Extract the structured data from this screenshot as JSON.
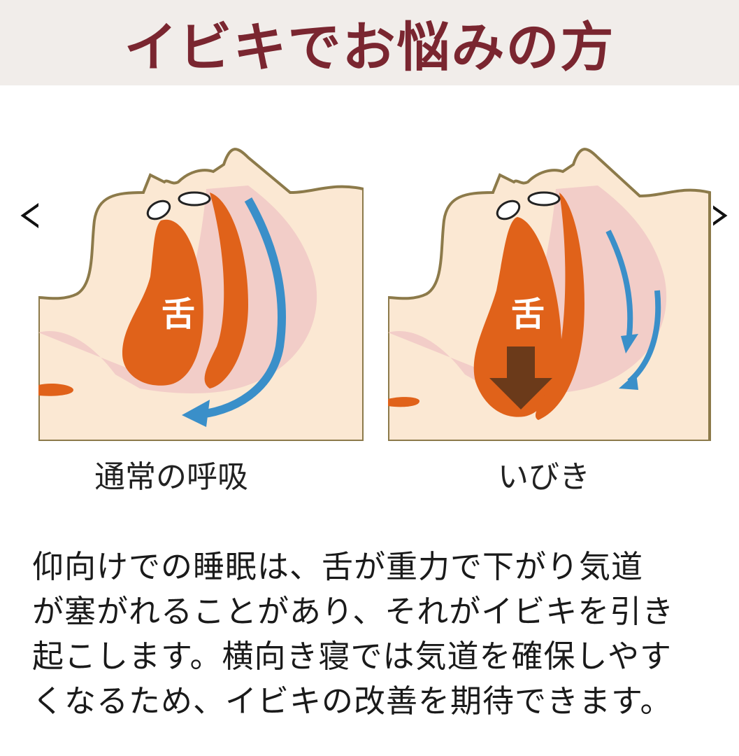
{
  "header": {
    "title": "イビキでお悩みの方",
    "title_color": "#7a2630",
    "background": "#f1edea"
  },
  "carousel": {
    "prev_icon": "chevron-left-icon",
    "next_icon": "chevron-right-icon"
  },
  "panels": [
    {
      "id": "normal",
      "tongue_label": "舌",
      "caption": "通常の呼吸",
      "airflow": "single-blue-arrow-clear-airway"
    },
    {
      "id": "snoring",
      "tongue_label": "舌",
      "caption": "いびき",
      "airflow": "two-small-blue-arrows-obstructed-airway",
      "tongue_arrow": "down-arrow-brown"
    }
  ],
  "colors": {
    "skin": "#fbe8d3",
    "outline": "#8c7a4a",
    "throat": "#f2cdc8",
    "tongue": "#e0621a",
    "air_arrow": "#3a8fc9",
    "gravity_arrow": "#6b3a1a"
  },
  "description": {
    "lines": [
      "仰向けでの睡眠は、舌が重力で下がり気道",
      "が塞がれることがあり、それがイビキを引き",
      "起こします。横向き寝では気道を確保しやす",
      "くなるため、イビキの改善を期待できます。"
    ]
  }
}
